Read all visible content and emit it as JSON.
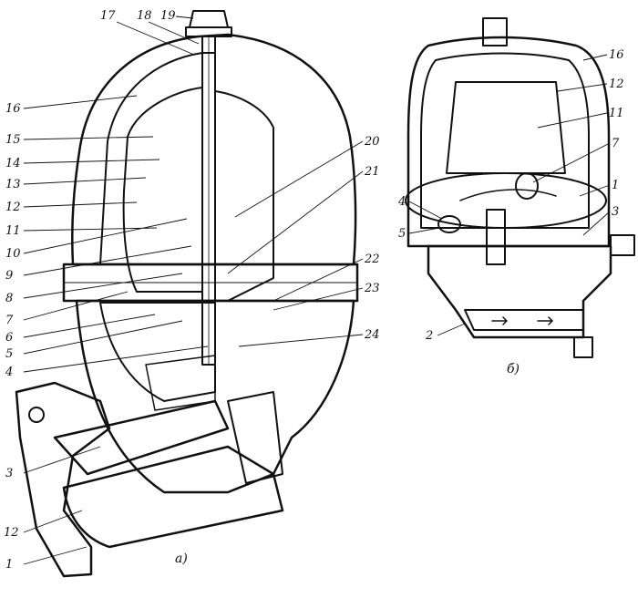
{
  "figure_a": {
    "caption": "а)",
    "labels_left": [
      "16",
      "15",
      "14",
      "13",
      "12",
      "11",
      "10",
      "9",
      "8",
      "7",
      "6",
      "5",
      "4",
      "3",
      "12",
      "1"
    ],
    "labels_top": [
      "17",
      "18",
      "19"
    ],
    "labels_right": [
      "20",
      "21",
      "22",
      "23",
      "24"
    ]
  },
  "figure_b": {
    "caption": "б)",
    "labels_right": [
      "16",
      "12",
      "11",
      "7",
      "1",
      "3"
    ],
    "labels_left": [
      "4",
      "5",
      "2"
    ]
  }
}
